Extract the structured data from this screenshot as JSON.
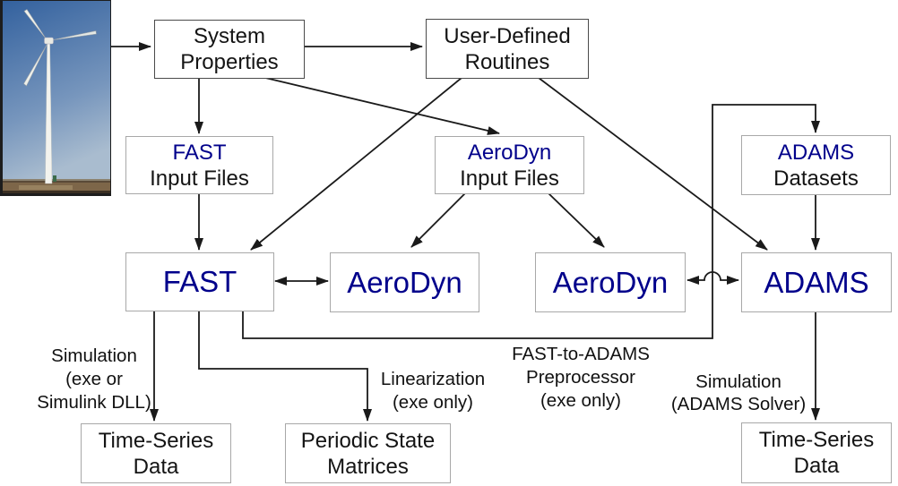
{
  "diagram": {
    "boxes": {
      "system_properties": {
        "line1": "System",
        "line2": "Properties"
      },
      "user_defined_routines": {
        "line1": "User-Defined",
        "line2": "Routines"
      },
      "fast_input_files": {
        "line1": "FAST",
        "line2": "Input Files"
      },
      "aerodyn_input_files": {
        "line1": "AeroDyn",
        "line2": "Input Files"
      },
      "adams_datasets": {
        "line1": "ADAMS",
        "line2": "Datasets"
      },
      "fast": {
        "label": "FAST"
      },
      "aerodyn_left": {
        "label": "AeroDyn"
      },
      "aerodyn_right": {
        "label": "AeroDyn"
      },
      "adams": {
        "label": "ADAMS"
      },
      "time_series_left": {
        "line1": "Time-Series",
        "line2": "Data"
      },
      "periodic_state_matrices": {
        "line1": "Periodic State",
        "line2": "Matrices"
      },
      "time_series_right": {
        "line1": "Time-Series",
        "line2": "Data"
      }
    },
    "labels": {
      "simulation_left": {
        "line1": "Simulation",
        "line2": "(exe or",
        "line3": "Simulink DLL)"
      },
      "linearization": {
        "line1": "Linearization",
        "line2": "(exe only)"
      },
      "fast_to_adams": {
        "line1": "FAST-to-ADAMS",
        "line2": "Preprocessor",
        "line3": "(exe only)"
      },
      "simulation_right": {
        "line1": "Simulation",
        "line2": "(ADAMS Solver)"
      }
    },
    "colors": {
      "program_name_text": "#00008B",
      "body_text": "#141414",
      "connector_line": "#1a1a1a",
      "box_border": "#a8a8a8",
      "top_box_border": "#4a4a4a"
    },
    "icons": {
      "photo": "wind-turbine-photo"
    }
  }
}
